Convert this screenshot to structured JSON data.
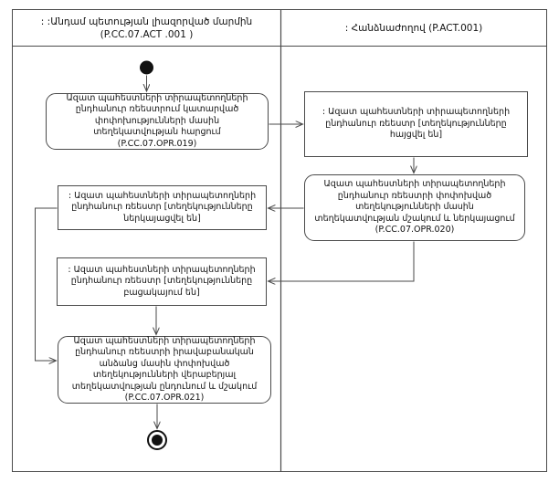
{
  "lanes": {
    "left": {
      "line1": ": :Անդամ պետության լիազորված մարմին",
      "line2": "(P.CC.07.ACT .001 )"
    },
    "right": {
      "line1": ": Հանձնաժողով (P.ACT.001)"
    }
  },
  "nodes": {
    "opr019": {
      "label": "Ազատ պահեստների տիրապետողների ընդհանուր ռեեստրում կատարված փոփոխությունների մասին տեղեկատվության հարցում (P.CC.07.OPR.019)"
    },
    "reg_requested": {
      "label": ": Ազատ պահեստների տիրապետողների ընդհանուր ռեեստր [տեղեկությունները հայցվել են]"
    },
    "opr020": {
      "label": "Ազատ պահեստների տիրապետողների ընդհանուր ռեեստրի փոփոխված տեղեկությունների մասին տեղեկատվության մշակում և ներկայացում (P.CC.07.OPR.020)"
    },
    "reg_submitted": {
      "label": ": Ազատ պահեստների տիրապետողների ընդհանուր ռեեստր [տեղեկությունները ներկայացվել են]"
    },
    "reg_missing": {
      "label": ": Ազատ պահեստների տիրապետողների ընդհանուր ռեեստր [տեղեկությունները բացակայում են]"
    },
    "opr021": {
      "label": "Ազատ պահեստների տիրապետողների ընդհանուր ռեեստրի իրավաբանական անձանց մասին փոփոխված տեղեկությունների վերաբերյալ տեղեկատվության ընդունում և մշակում (P.CC.07.OPR.021)"
    }
  },
  "colors": {
    "line": "#4a4a4a",
    "text": "#111111",
    "background": "#ffffff"
  }
}
